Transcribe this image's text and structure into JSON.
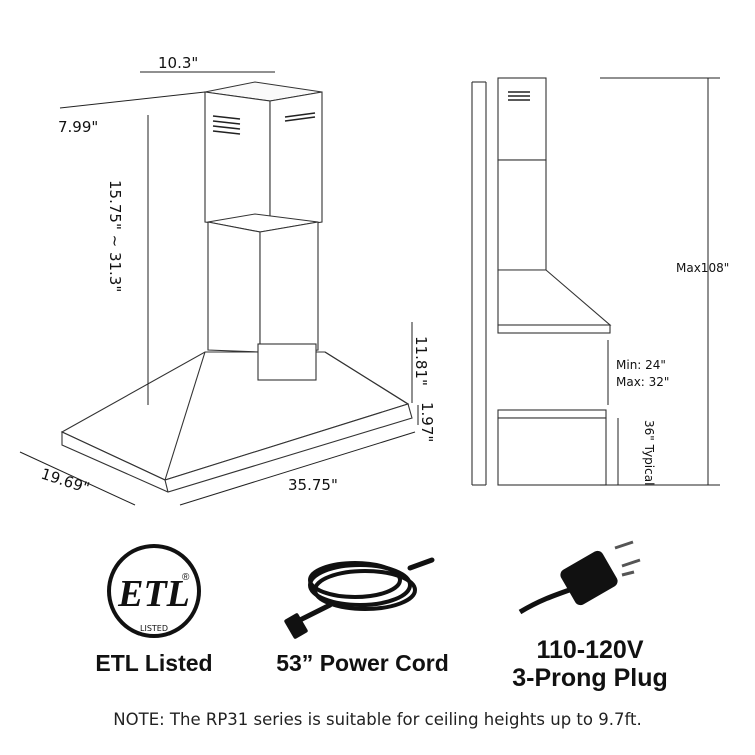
{
  "dimensions": {
    "chimney_width": "10.3\"",
    "chimney_depth": "7.99\"",
    "chimney_height_range": "15.75\" ~ 31.3\"",
    "canopy_height": "11.81\"",
    "front_lip": "1.97\"",
    "hood_depth": "19.69\"",
    "hood_width": "35.75\"",
    "max_ceiling": "Max108\"",
    "min_clearance": "Min: 24\"",
    "max_clearance": "Max: 32\"",
    "counter_height": "36\" Typical"
  },
  "features": {
    "etl": {
      "label": "ETL Listed",
      "logo_text": "ETL",
      "logo_subtext": "LISTED",
      "registered": "®"
    },
    "cord": {
      "label": "53” Power Cord"
    },
    "plug": {
      "label_line1": "110-120V",
      "label_line2": "3-Prong Plug"
    }
  },
  "note": "NOTE: The RP31 series is suitable for ceiling heights up to 9.7ft."
}
